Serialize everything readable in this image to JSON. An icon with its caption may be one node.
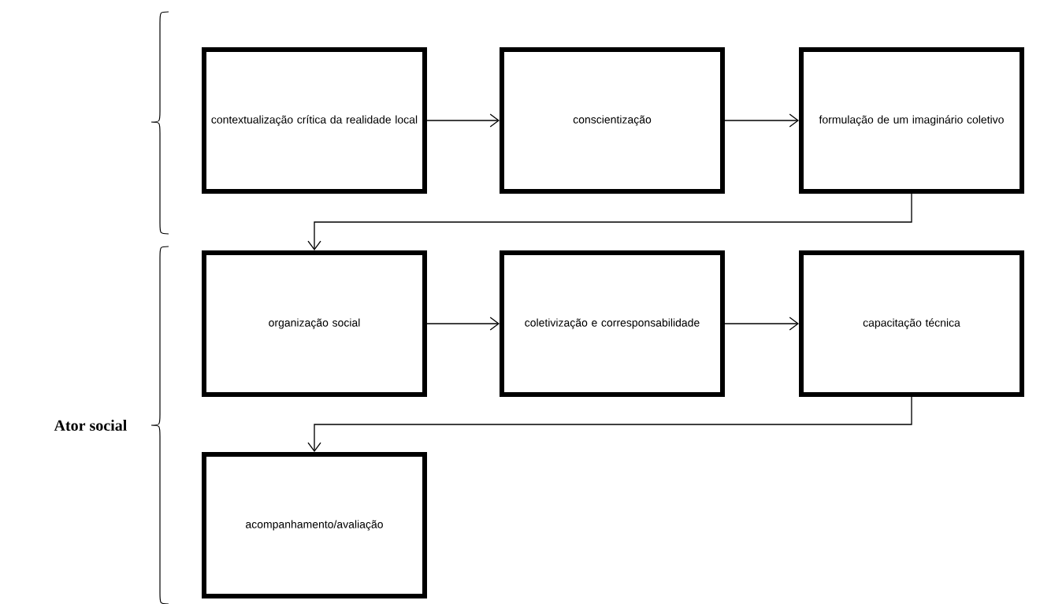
{
  "diagram": {
    "nodes": [
      {
        "text": [
          "contextualização crítica da realidade local"
        ]
      },
      {
        "text": [
          "conscientização"
        ]
      },
      {
        "text": [
          "formulação de um imaginário coletivo"
        ]
      },
      {
        "text": [
          "organização social"
        ]
      },
      {
        "text": [
          "coletivização e corresponsabilidade"
        ]
      },
      {
        "text": [
          "capacitação técnica"
        ]
      },
      {
        "text": [
          "acompanhamento/avaliação"
        ]
      }
    ],
    "edges": [
      {
        "from": 0,
        "to": 1,
        "arrow": "to"
      },
      {
        "from": 1,
        "to": 2,
        "arrow": "to"
      },
      {
        "from": 2,
        "to": 3,
        "arrow": "to"
      },
      {
        "from": 3,
        "to": 4,
        "arrow": "to"
      },
      {
        "from": 4,
        "to": 5,
        "arrow": "to"
      },
      {
        "from": 5,
        "to": 6,
        "arrow": "to"
      }
    ],
    "labels": [
      "Ator social"
    ]
  }
}
